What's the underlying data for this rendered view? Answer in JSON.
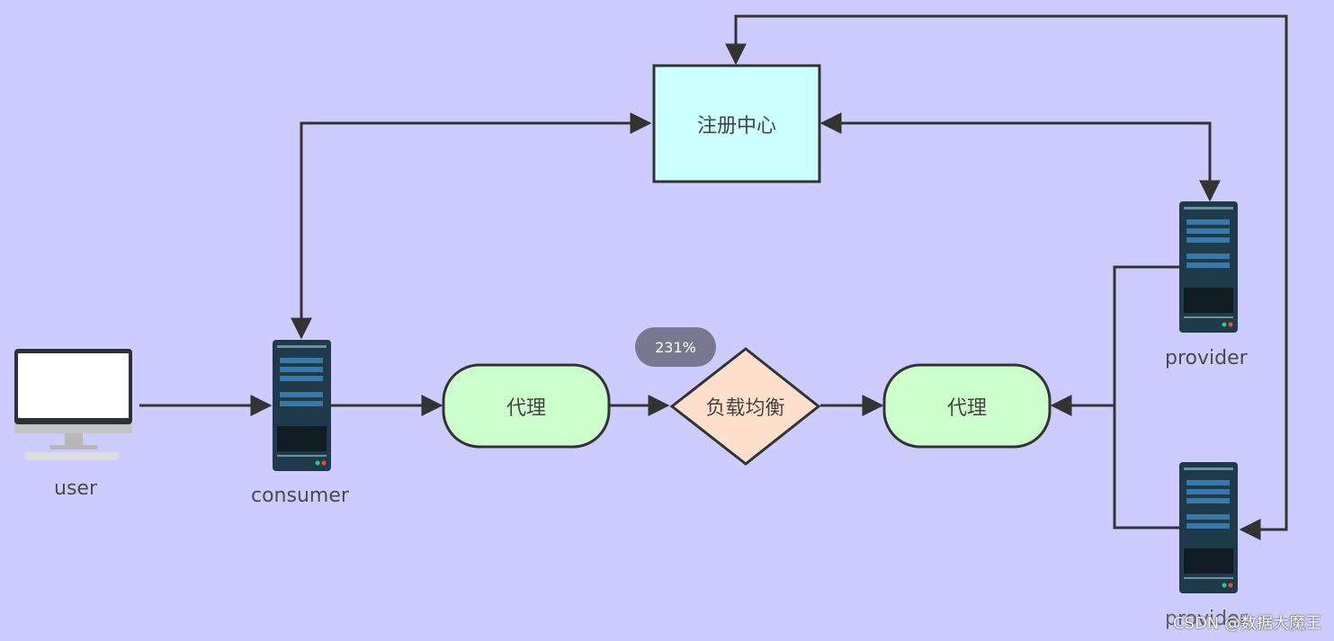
{
  "diagram": {
    "registry": "注册中心",
    "proxy_left": "代理",
    "load_balancer": "负载均衡",
    "proxy_right": "代理",
    "user_label": "user",
    "consumer_label": "consumer",
    "provider_label": "provider",
    "provider2_label": "provider"
  },
  "zoom_badge": "231%",
  "watermark": "CSDN @数据大魔王",
  "colors": {
    "background": "#ccccff",
    "registry_fill": "#ccffff",
    "proxy_fill": "#ccffcc",
    "balancer_fill": "#ffe0cc",
    "server_body": "#1f3a4a",
    "line": "#333333"
  }
}
